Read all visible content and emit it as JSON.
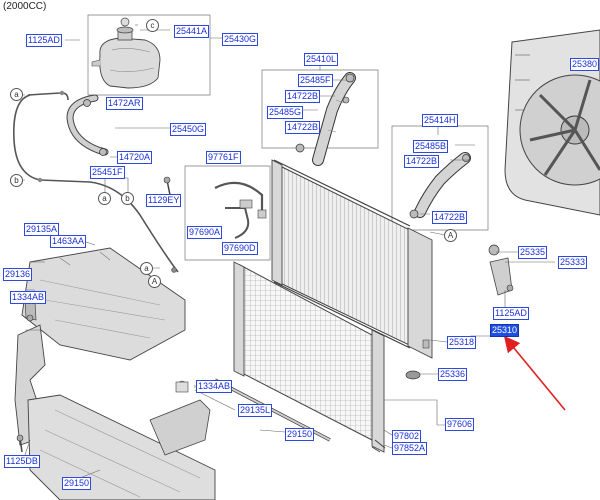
{
  "header": {
    "title": "(2000CC)"
  },
  "accent_color": "#1f4fe0",
  "arrow_color": "#e02020",
  "callouts": {
    "a": "a",
    "b": "b",
    "c": "c",
    "A": "A"
  },
  "parts": {
    "p1125AD_1": "1125AD",
    "p25441A": "25441A",
    "p25430G": "25430G",
    "p1472AR": "1472AR",
    "p25450G": "25450G",
    "p14720A": "14720A",
    "p25451F": "25451F",
    "p25410L": "25410L",
    "p25485F": "25485F",
    "p14722B_1": "14722B",
    "p25485G": "25485G",
    "p14722B_2": "14722B",
    "p97761F": "97761F",
    "p1129EY": "1129EY",
    "p97690A": "97690A",
    "p97690D": "97690D",
    "p25414H": "25414H",
    "p25485B": "25485B",
    "p14722B_3": "14722B",
    "p14722B_4": "14722B",
    "p25380": "25380",
    "p29135A": "29135A",
    "p1463AA": "1463AA",
    "p29136": "29136",
    "p1334AB_1": "1334AB",
    "p25335": "25335",
    "p25333": "25333",
    "p1125AD_2": "1125AD",
    "p25310": "25310",
    "p25318": "25318",
    "p25336": "25336",
    "p1334AB_2": "1334AB",
    "p29135L": "29135L",
    "p29150_1": "29150",
    "p97606": "97606",
    "p97802": "97802",
    "p97852A": "97852A",
    "p1125DB": "1125DB",
    "p29150_2": "29150"
  }
}
